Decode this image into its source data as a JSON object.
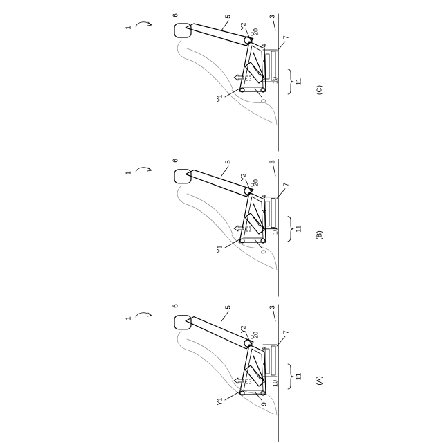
{
  "figure": {
    "panels": [
      {
        "id": "C",
        "caption": "(C)",
        "labels": {
          "assembly": "1",
          "headrest": "6",
          "backrest": "5",
          "axis_upper": "Y2",
          "pivot": "20",
          "floor": "3",
          "cushion": "4",
          "rail": "7",
          "link": "8",
          "actuator": "10",
          "axis_lower": "Y1",
          "base": "9",
          "mechanism": "11"
        }
      },
      {
        "id": "B",
        "caption": "(B)",
        "labels": {
          "assembly": "1",
          "headrest": "6",
          "backrest": "5",
          "axis_upper": "Y2",
          "pivot": "20",
          "floor": "3",
          "cushion": "4",
          "rail": "7",
          "link": "8",
          "actuator": "10",
          "axis_lower": "Y1",
          "base": "9",
          "mechanism": "11"
        }
      },
      {
        "id": "A",
        "caption": "(A)",
        "labels": {
          "assembly": "1",
          "headrest": "6",
          "backrest": "5",
          "axis_upper": "Y2",
          "pivot": "20",
          "floor": "3",
          "cushion": "4",
          "rail": "7",
          "link": "8",
          "actuator": "10",
          "axis_lower": "Y1",
          "base": "9",
          "mechanism": "11"
        }
      }
    ]
  }
}
